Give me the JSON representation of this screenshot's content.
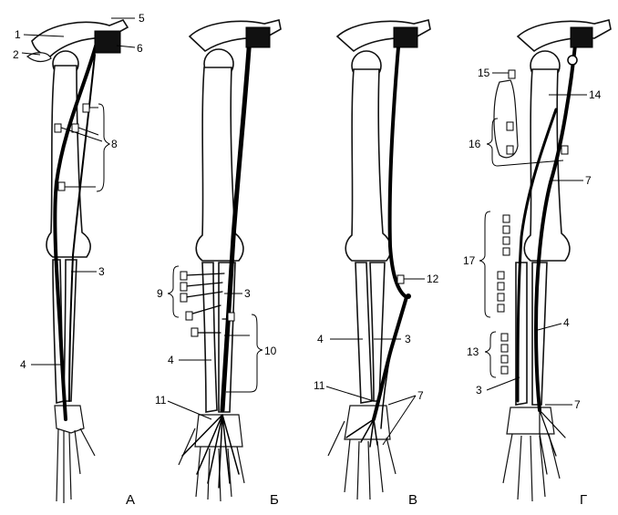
{
  "panels": [
    {
      "id": "A",
      "label": "А"
    },
    {
      "id": "B",
      "label": "Б"
    },
    {
      "id": "V",
      "label": "В"
    },
    {
      "id": "G",
      "label": "Г"
    }
  ],
  "callouts": {
    "a": [
      "1",
      "2",
      "5",
      "6",
      "8",
      "3",
      "4"
    ],
    "b": [
      "9",
      "3",
      "10",
      "4",
      "11"
    ],
    "v": [
      "12",
      "4",
      "3",
      "11",
      "7"
    ],
    "g": [
      "15",
      "14",
      "16",
      "7",
      "17",
      "4",
      "13",
      "3",
      "7"
    ]
  },
  "colors": {
    "ink": "#000000",
    "paper": "#ffffff"
  }
}
